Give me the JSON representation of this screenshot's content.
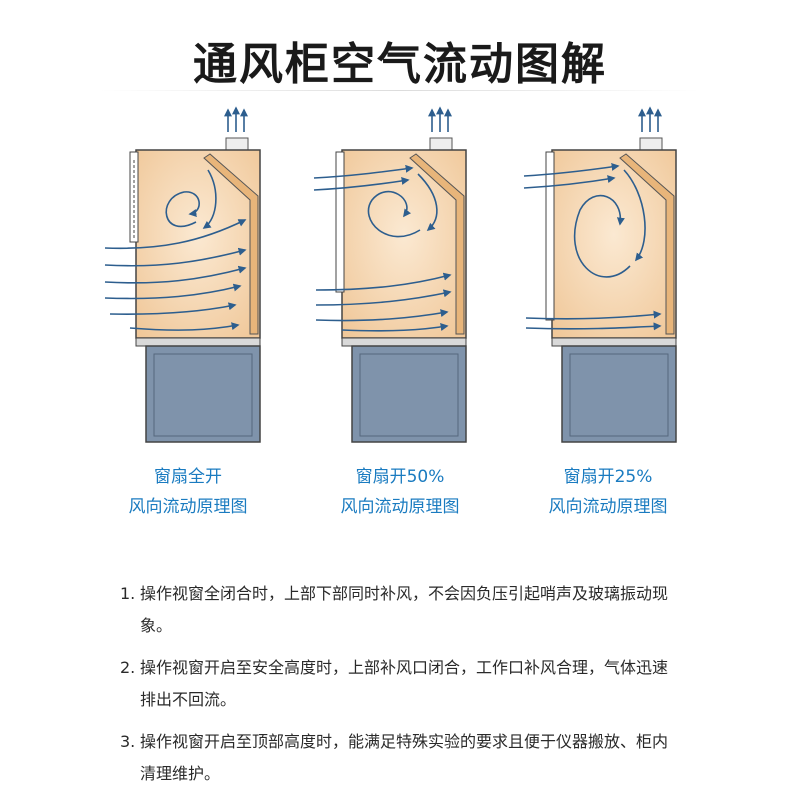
{
  "title": "通风柜空气流动图解",
  "diagrams": [
    {
      "caption_line1": "窗扇全开",
      "caption_line2": "风向流动原理图"
    },
    {
      "caption_line1": "窗扇开50%",
      "caption_line2": "风向流动原理图"
    },
    {
      "caption_line1": "窗扇开25%",
      "caption_line2": "风向流动原理图"
    }
  ],
  "notes": [
    {
      "number": "1.",
      "text": "操作视窗全闭合时，上部下部同时补风，不会因负压引起哨声及玻璃振动现象。"
    },
    {
      "number": "2.",
      "text": "操作视窗开启至安全高度时，上部补风口闭合，工作口补风合理，气体迅速排出不回流。"
    },
    {
      "number": "3.",
      "text": "操作视窗开启至顶部高度时，能满足特殊实验的要求且便于仪器搬放、柜内清理维护。"
    }
  ],
  "colors": {
    "caption": "#1a7bc0",
    "arrow": "#2d5e8e",
    "base_cabinet": "#7f93ab"
  }
}
